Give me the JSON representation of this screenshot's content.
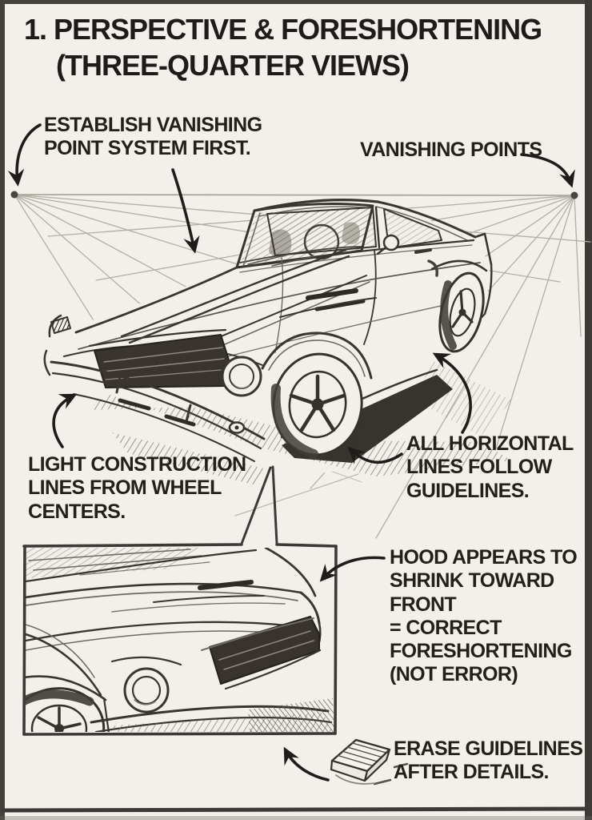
{
  "page": {
    "title_line1": "1. PERSPECTIVE & FORESHORTENING",
    "title_line2": "(THREE-QUARTER VIEWS)",
    "paper_color": "#f2f0ea",
    "ink_color": "#1f1d1a",
    "pencil_color": "#55514b",
    "guideline_color": "#b3aea4"
  },
  "annotations": {
    "establish": "ESTABLISH VANISHING\nPOINT SYSTEM FIRST.",
    "vanishing_points": "VANISHING POINTS",
    "light_construction": "LIGHT CONSTRUCTION\nLINES FROM WHEEL\nCENTERS.",
    "horizontal_lines": "ALL HORIZONTAL\nLINES FOLLOW\nGUIDELINES.",
    "hood_foreshortening": "HOOD APPEARS TO\nSHRINK TOWARD\nFRONT\n= CORRECT\nFORESHORTENING\n(NOT ERROR)",
    "erase_guidelines": "ERASE GUIDELINES\nAFTER DETAILS."
  },
  "icons": {
    "eraser": "pencil-eraser",
    "vanishing_point": "vanishing-point-dot"
  }
}
